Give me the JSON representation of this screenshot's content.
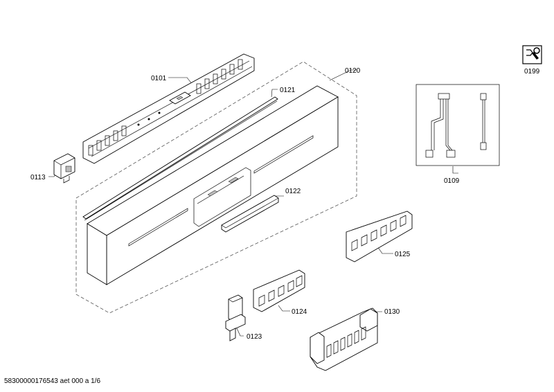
{
  "labels": {
    "p0101": "0101",
    "p0113": "0113",
    "p0120": "0120",
    "p0121": "0121",
    "p0122": "0122",
    "p0123": "0123",
    "p0124": "0124",
    "p0125": "0125",
    "p0130": "0130",
    "p0109": "0109",
    "p0199": "0199"
  },
  "footer": "58300000176543 aet 000 a 1/6"
}
